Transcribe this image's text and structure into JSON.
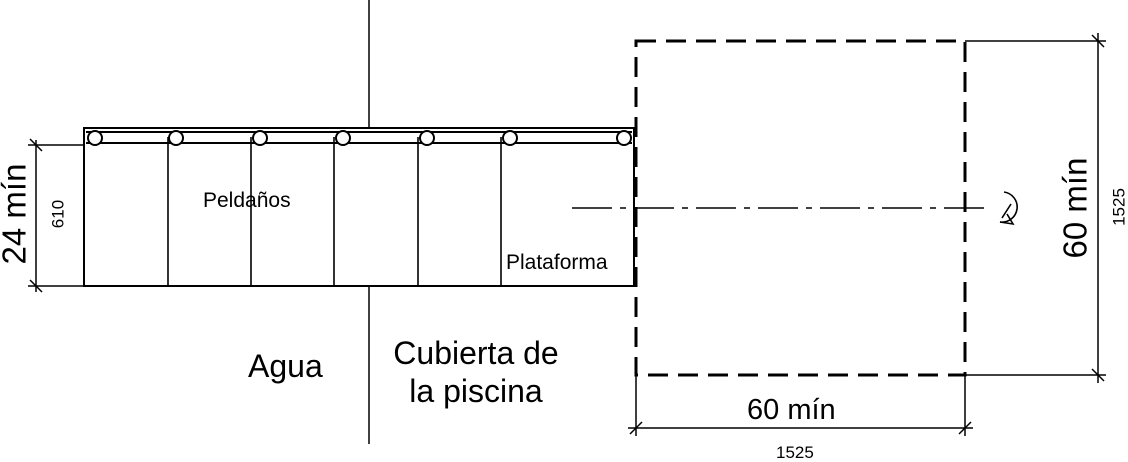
{
  "labels": {
    "steps": "Peldaños",
    "platform": "Plataforma",
    "water": "Agua",
    "pool_deck_line1": "Cubierta de",
    "pool_deck_line2": "la piscina"
  },
  "dimensions": {
    "stair_width_imperial": "24 mín",
    "stair_width_metric": "610",
    "space_width_imperial": "60 mín",
    "space_width_metric": "1525",
    "space_depth_imperial": "60 mín",
    "space_depth_metric": "1525"
  },
  "symbols": {
    "wheelchair_turn": "wheelchair-turning-icon"
  },
  "colors": {
    "ink": "#000000",
    "background": "#ffffff"
  }
}
